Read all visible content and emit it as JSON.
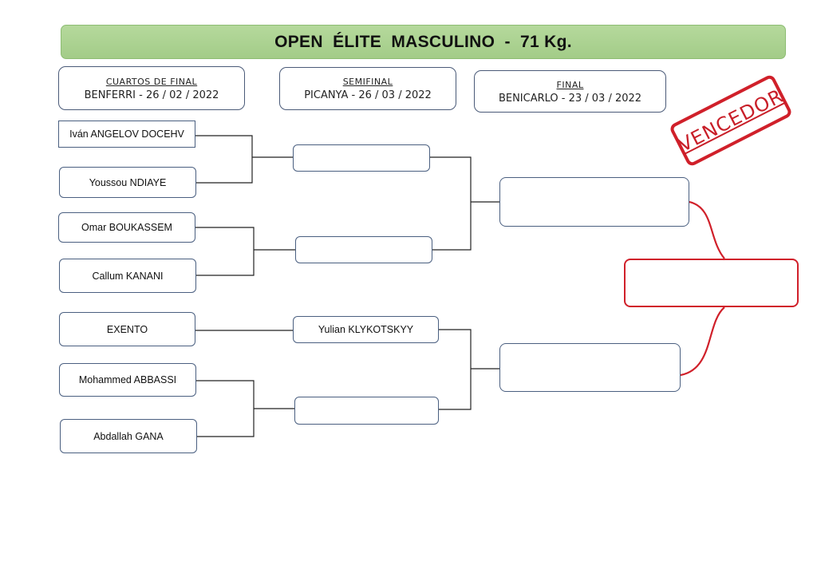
{
  "title": "OPEN  ÉLITE  MASCULINO  -  71 Kg.",
  "rounds": [
    {
      "name": "CUARTOS DE FINAL",
      "venue_date": "BENFERRI - 26 / 02 / 2022"
    },
    {
      "name": "SEMIFINAL",
      "venue_date": "PICANYA - 26 / 03 / 2022"
    },
    {
      "name": "FINAL",
      "venue_date": "BENICARLO - 23 / 03 / 2022"
    }
  ],
  "quarterfinals": [
    "Iván ANGELOV DOCEHV",
    "Youssou NDIAYE",
    "Omar BOUKASSEM",
    "Callum KANANI",
    "EXENTO",
    "Mohammed ABBASSI",
    "Abdallah GANA"
  ],
  "semifinals": [
    "",
    "",
    "Yulian KLYKOTSKYY",
    ""
  ],
  "final": [
    "",
    ""
  ],
  "winner_stamp": "VENCEDOR",
  "winner": "",
  "colors": {
    "title_bg": "#a9d18e",
    "border": "#4a5f80",
    "winner": "#d0202a"
  }
}
